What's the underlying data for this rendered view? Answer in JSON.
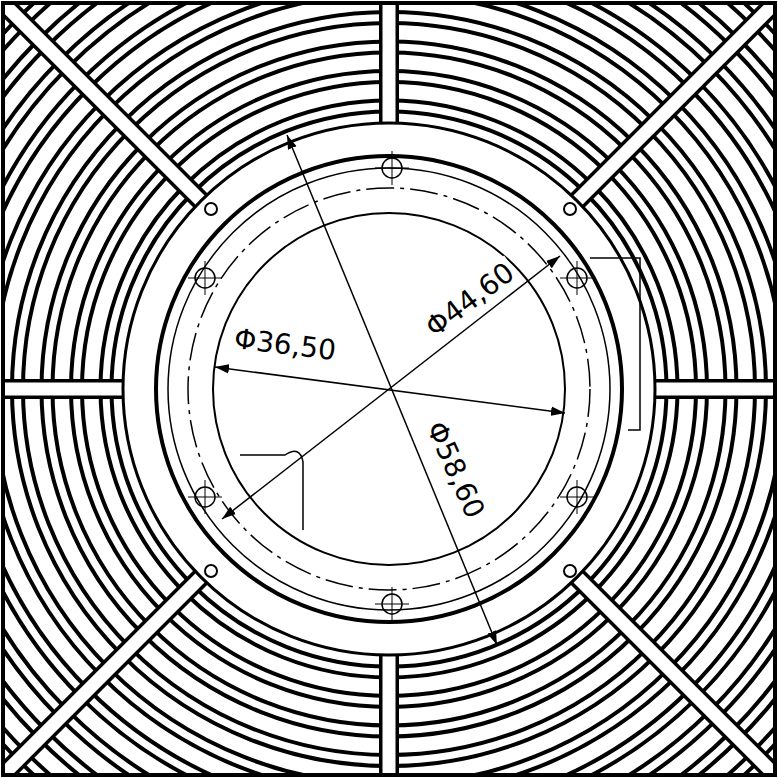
{
  "diagram": {
    "labels": [
      "Φ36,50",
      "Φ44,60",
      "Φ58,60"
    ]
  }
}
